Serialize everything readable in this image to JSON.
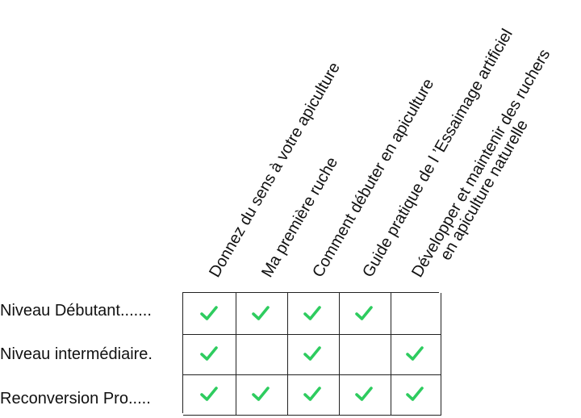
{
  "columns": [
    {
      "lines": [
        "Donnez du sens à votre apiculture"
      ]
    },
    {
      "lines": [
        "Ma première ruche"
      ]
    },
    {
      "lines": [
        "Comment débuter en apiculture"
      ]
    },
    {
      "lines": [
        "Guide pratique de l ’Essaimage artificiel"
      ]
    },
    {
      "lines": [
        "Développer et maintenir des ruchers",
        "en apiculture naturelle"
      ]
    }
  ],
  "rows": [
    {
      "label": "Niveau Débutant.......",
      "checks": [
        true,
        true,
        true,
        true,
        false
      ]
    },
    {
      "label": "Niveau intermédiaire.",
      "checks": [
        true,
        false,
        true,
        false,
        true
      ]
    },
    {
      "label": "Reconversion Pro.....",
      "checks": [
        true,
        true,
        true,
        true,
        true
      ]
    }
  ],
  "colors": {
    "check": "#2ecc5f",
    "grid": "#222222",
    "text": "#111111"
  },
  "icons": {
    "check": "check-icon"
  }
}
